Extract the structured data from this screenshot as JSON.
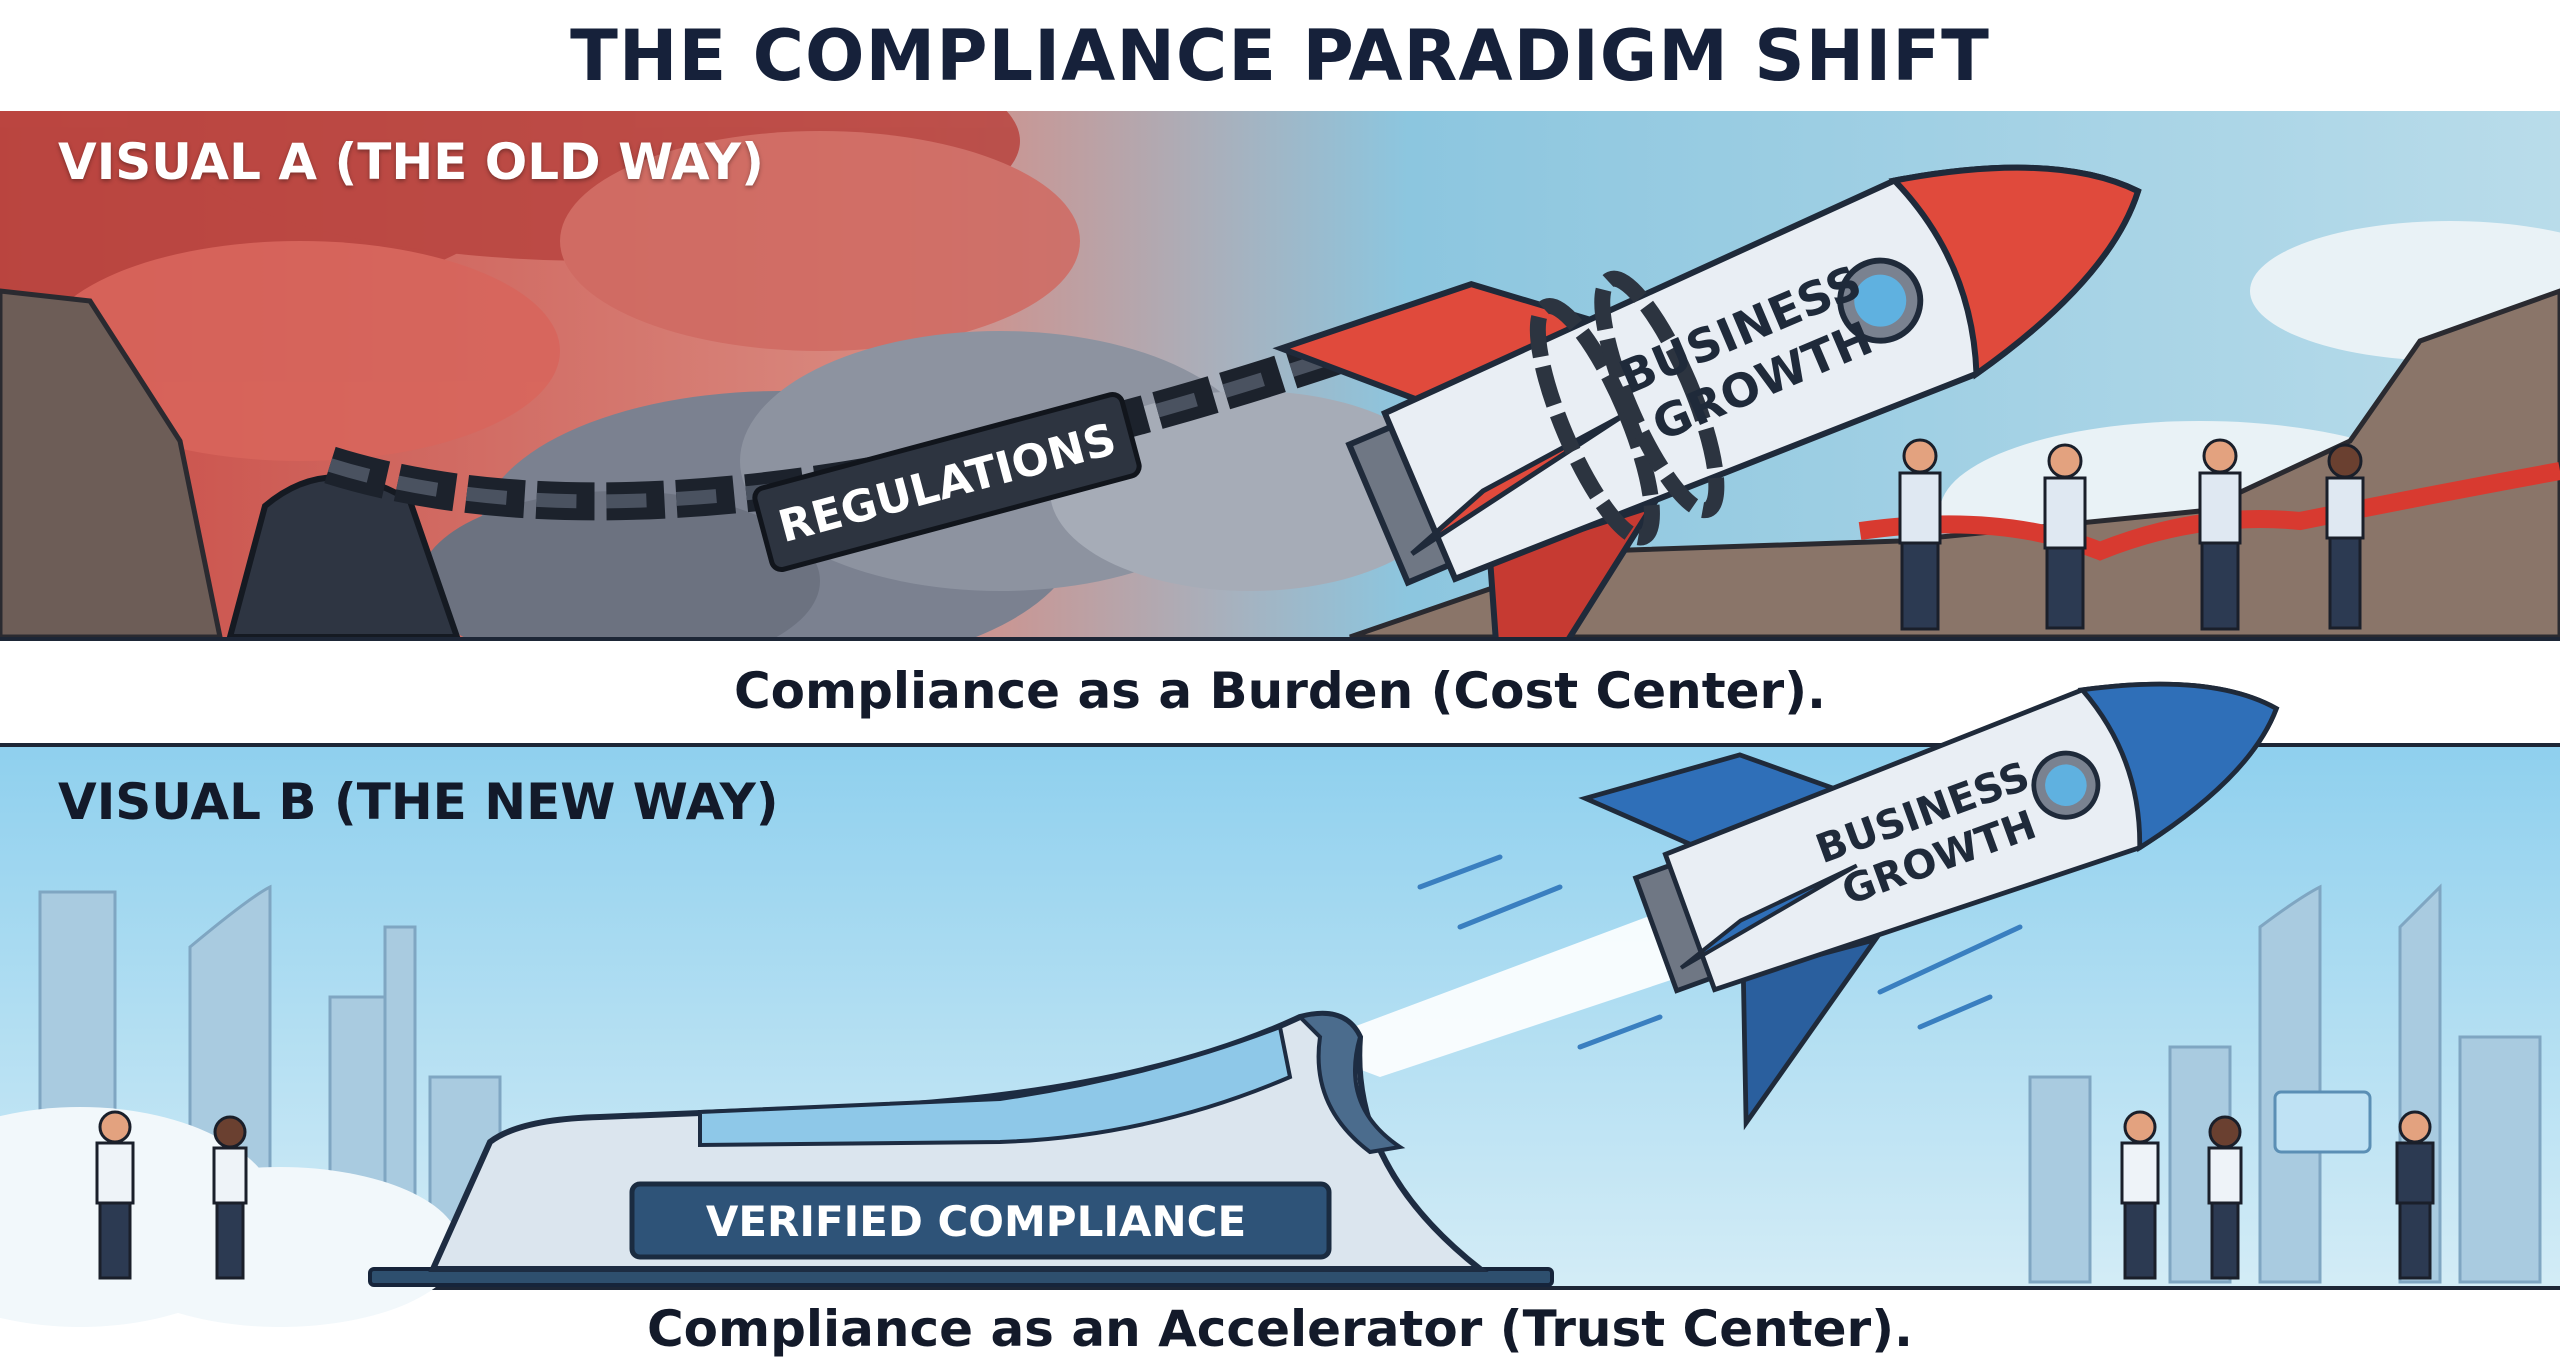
{
  "title": "THE COMPLIANCE PARADIGM SHIFT",
  "panel_a": {
    "heading": "VISUAL A (THE OLD WAY)",
    "weight_label": "REGULATIONS",
    "rocket_label_line1": "BUSINESS",
    "rocket_label_line2": "GROWTH",
    "caption": "Compliance as a Burden (Cost Center).",
    "colors": {
      "accent": "#e04a3c",
      "sky": "#8cc6df",
      "storm": "#d9534a",
      "chain": "#2c3440"
    }
  },
  "panel_b": {
    "heading": "VISUAL B (THE NEW WAY)",
    "launcher_label": "VERIFIED COMPLIANCE",
    "rocket_label_line1": "BUSINESS",
    "rocket_label_line2": "GROWTH",
    "caption": "Compliance as an Accelerator (Trust Center).",
    "colors": {
      "accent": "#2f6fb8",
      "sky": "#8fd0ee",
      "launcher_label_bg": "#2e5378"
    }
  }
}
